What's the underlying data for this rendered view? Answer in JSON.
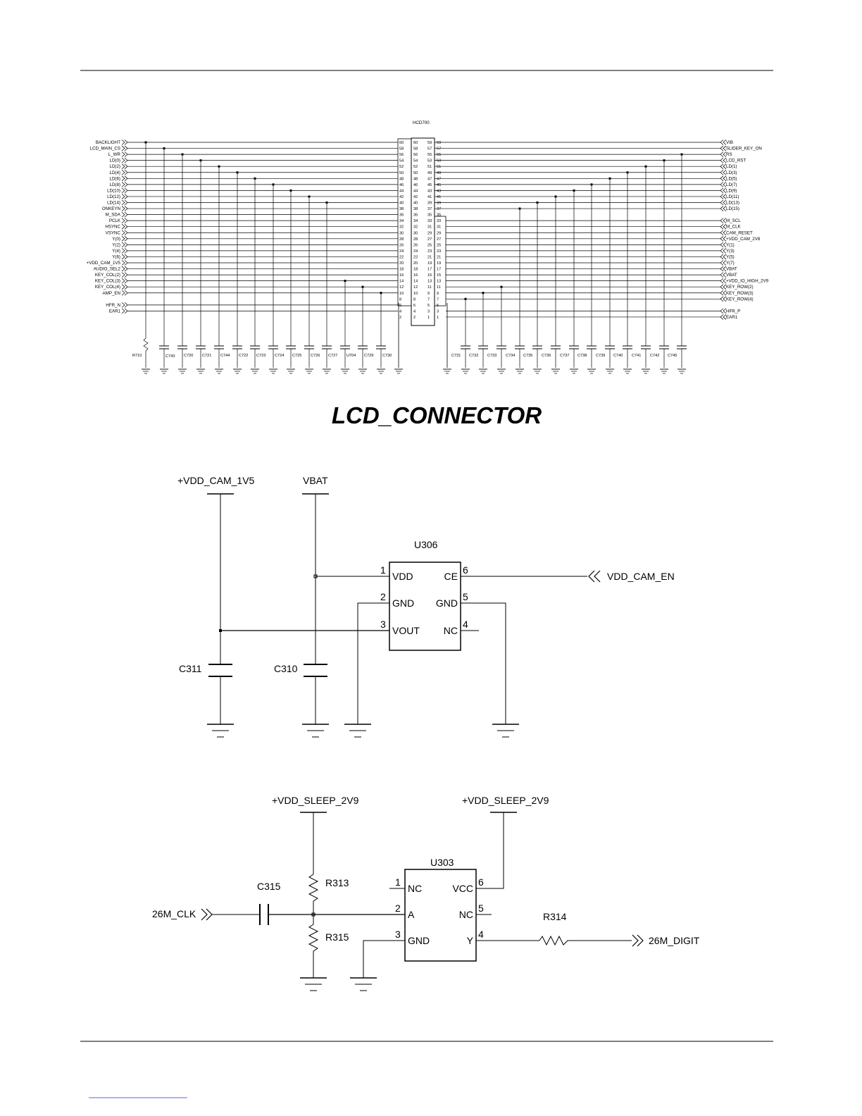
{
  "lcd_connector": {
    "title": "LCD_CONNECTOR",
    "part": "HCD700",
    "left_nets": [
      "BACKLIGHT",
      "LCD_MAIN_CS",
      "L_WR",
      "LD(0)",
      "LD(2)",
      "LD(4)",
      "LD(6)",
      "LD(8)",
      "LD(10)",
      "LD(12)",
      "LD(14)",
      "ONKEYN",
      "M_SDA",
      "PCLK",
      "HSYNC",
      "VSYNC",
      "Y(0)",
      "Y(2)",
      "Y(4)",
      "Y(6)",
      "+VDD_CAM_1V5",
      "AUDIO_SEL2",
      "KEY_COL(2)",
      "KEY_COL(3)",
      "KEY_COL(4)",
      "AMP_EN",
      "",
      "HFR_N",
      "EAR1"
    ],
    "right_nets": [
      "VIB",
      "SLIDER_KEY_ON",
      "RS",
      "LCD_RST",
      "LD(1)",
      "LD(3)",
      "LD(5)",
      "LD(7)",
      "LD(9)",
      "LD(11)",
      "LD(13)",
      "LD(15)",
      "",
      "M_SCL",
      "M_CLK",
      "CAM_RESET",
      "+VDD_CAM_2V8",
      "Y(1)",
      "Y(3)",
      "Y(5)",
      "Y(7)",
      "VBAT",
      "VBAT",
      "+VDD_IO_HIGH_2V9",
      "KEY_ROW(2)",
      "KEY_ROW(3)",
      "KEY_ROW(4)",
      "",
      "HFR_P",
      "EAR1"
    ],
    "outer_left_pins": [
      "60",
      "58",
      "56",
      "54",
      "52",
      "50",
      "48",
      "46",
      "44",
      "42",
      "40",
      "38",
      "36",
      "34",
      "32",
      "30",
      "28",
      "26",
      "24",
      "22",
      "20",
      "18",
      "16",
      "14",
      "12",
      "10",
      "8",
      "6",
      "4",
      "2"
    ],
    "inner_left_pins": [
      "60",
      "58",
      "56",
      "54",
      "52",
      "50",
      "48",
      "46",
      "44",
      "42",
      "40",
      "38",
      "36",
      "34",
      "32",
      "30",
      "28",
      "26",
      "24",
      "22",
      "20",
      "18",
      "16",
      "14",
      "12",
      "10",
      "8",
      "6",
      "4",
      "2"
    ],
    "inner_right_pins": [
      "59",
      "57",
      "55",
      "53",
      "51",
      "49",
      "47",
      "45",
      "43",
      "41",
      "39",
      "37",
      "35",
      "33",
      "31",
      "29",
      "27",
      "25",
      "23",
      "21",
      "19",
      "17",
      "15",
      "13",
      "11",
      "9",
      "7",
      "5",
      "3",
      "1"
    ],
    "outer_right_pins": [
      "59",
      "57",
      "55",
      "53",
      "51",
      "49",
      "47",
      "45",
      "43",
      "41",
      "39",
      "37",
      "35",
      "33",
      "31",
      "29",
      "27",
      "25",
      "23",
      "21",
      "19",
      "17",
      "15",
      "13",
      "11",
      "9",
      "7",
      "5",
      "3",
      "1"
    ],
    "left_components": [
      "R710",
      "C743",
      "C720",
      "C721",
      "C744",
      "C722",
      "C723",
      "C724",
      "C725",
      "C726",
      "C727",
      "U704",
      "C729",
      "C730"
    ],
    "right_components": [
      "C731",
      "C732",
      "C733",
      "C734",
      "C735",
      "C736",
      "C737",
      "C738",
      "C739",
      "C740",
      "C741",
      "C742",
      "C745"
    ]
  },
  "ldo": {
    "rail_cam": "+VDD_CAM_1V5",
    "rail_vbat": "VBAT",
    "ref": "U306",
    "pins": [
      {
        "num": "1",
        "name": "VDD"
      },
      {
        "num": "2",
        "name": "GND"
      },
      {
        "num": "3",
        "name": "VOUT"
      },
      {
        "num": "6",
        "name": "CE"
      },
      {
        "num": "5",
        "name": "GND"
      },
      {
        "num": "4",
        "name": "NC"
      }
    ],
    "enable_net": "VDD_CAM_EN",
    "caps": [
      "C311",
      "C310"
    ]
  },
  "clock": {
    "rail_left": "+VDD_SLEEP_2V9",
    "rail_right": "+VDD_SLEEP_2V9",
    "ref": "U303",
    "pins": [
      {
        "num": "1",
        "name": "NC"
      },
      {
        "num": "2",
        "name": "A"
      },
      {
        "num": "3",
        "name": "GND"
      },
      {
        "num": "6",
        "name": "VCC"
      },
      {
        "num": "5",
        "name": "NC"
      },
      {
        "num": "4",
        "name": "Y"
      }
    ],
    "r_top": "R313",
    "r_bottom": "R315",
    "cap": "C315",
    "r_series": "R314",
    "input_net": "26M_CLK",
    "output_net": "26M_DIGIT"
  }
}
